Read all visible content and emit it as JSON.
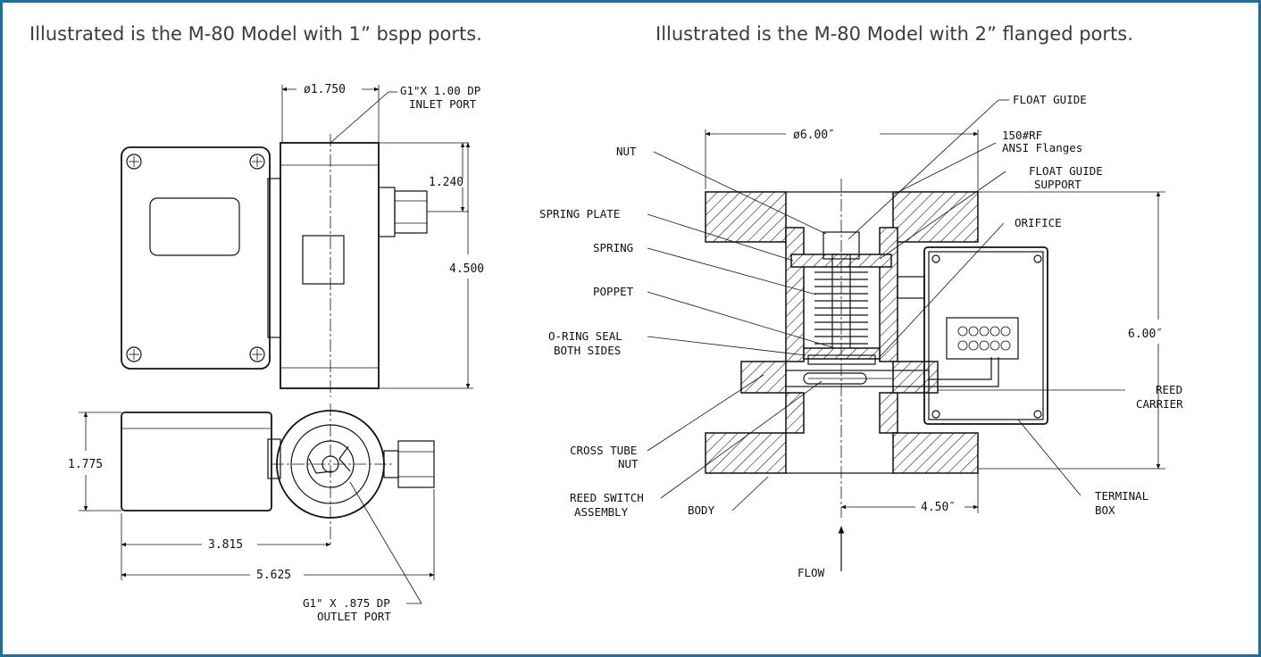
{
  "captions": {
    "left": "Illustrated is the M-80 Model with 1” bspp ports.",
    "right": "Illustrated is the M-80 Model with 2” flanged ports."
  },
  "left_drawing": {
    "dim_diameter": "ø1.750",
    "inlet_port": [
      "G1\"X 1.00 DP",
      "INLET PORT"
    ],
    "dim_port_offset": "1.240",
    "dim_height": "4.500",
    "dim_side_height": "1.775",
    "dim_center": "3.815",
    "dim_length": "5.625",
    "outlet_port": [
      "G1\" X .875 DP",
      "OUTLET PORT"
    ]
  },
  "right_drawing": {
    "dim_flange_dia": "ø6.00″",
    "dim_height": "6.00″",
    "dim_offset": "4.50″",
    "labels": {
      "float_guide": "FLOAT GUIDE",
      "flanges": [
        "150#RF",
        "ANSI Flanges"
      ],
      "float_guide_support": [
        "FLOAT GUIDE",
        "SUPPORT"
      ],
      "orifice": "ORIFICE",
      "nut": "NUT",
      "spring_plate": "SPRING PLATE",
      "spring": "SPRING",
      "poppet": "POPPET",
      "o_ring": [
        "O-RING SEAL",
        "BOTH SIDES"
      ],
      "reed_carrier": [
        "REED",
        "CARRIER"
      ],
      "cross_tube_nut": [
        "CROSS TUBE",
        "NUT"
      ],
      "reed_switch": [
        "REED SWITCH",
        "ASSEMBLY"
      ],
      "body": "BODY",
      "terminal_box": [
        "TERMINAL",
        "BOX"
      ],
      "flow": "FLOW"
    }
  },
  "colors": {
    "frame": "#1f6f9a",
    "caption": "#3c3c3c"
  }
}
